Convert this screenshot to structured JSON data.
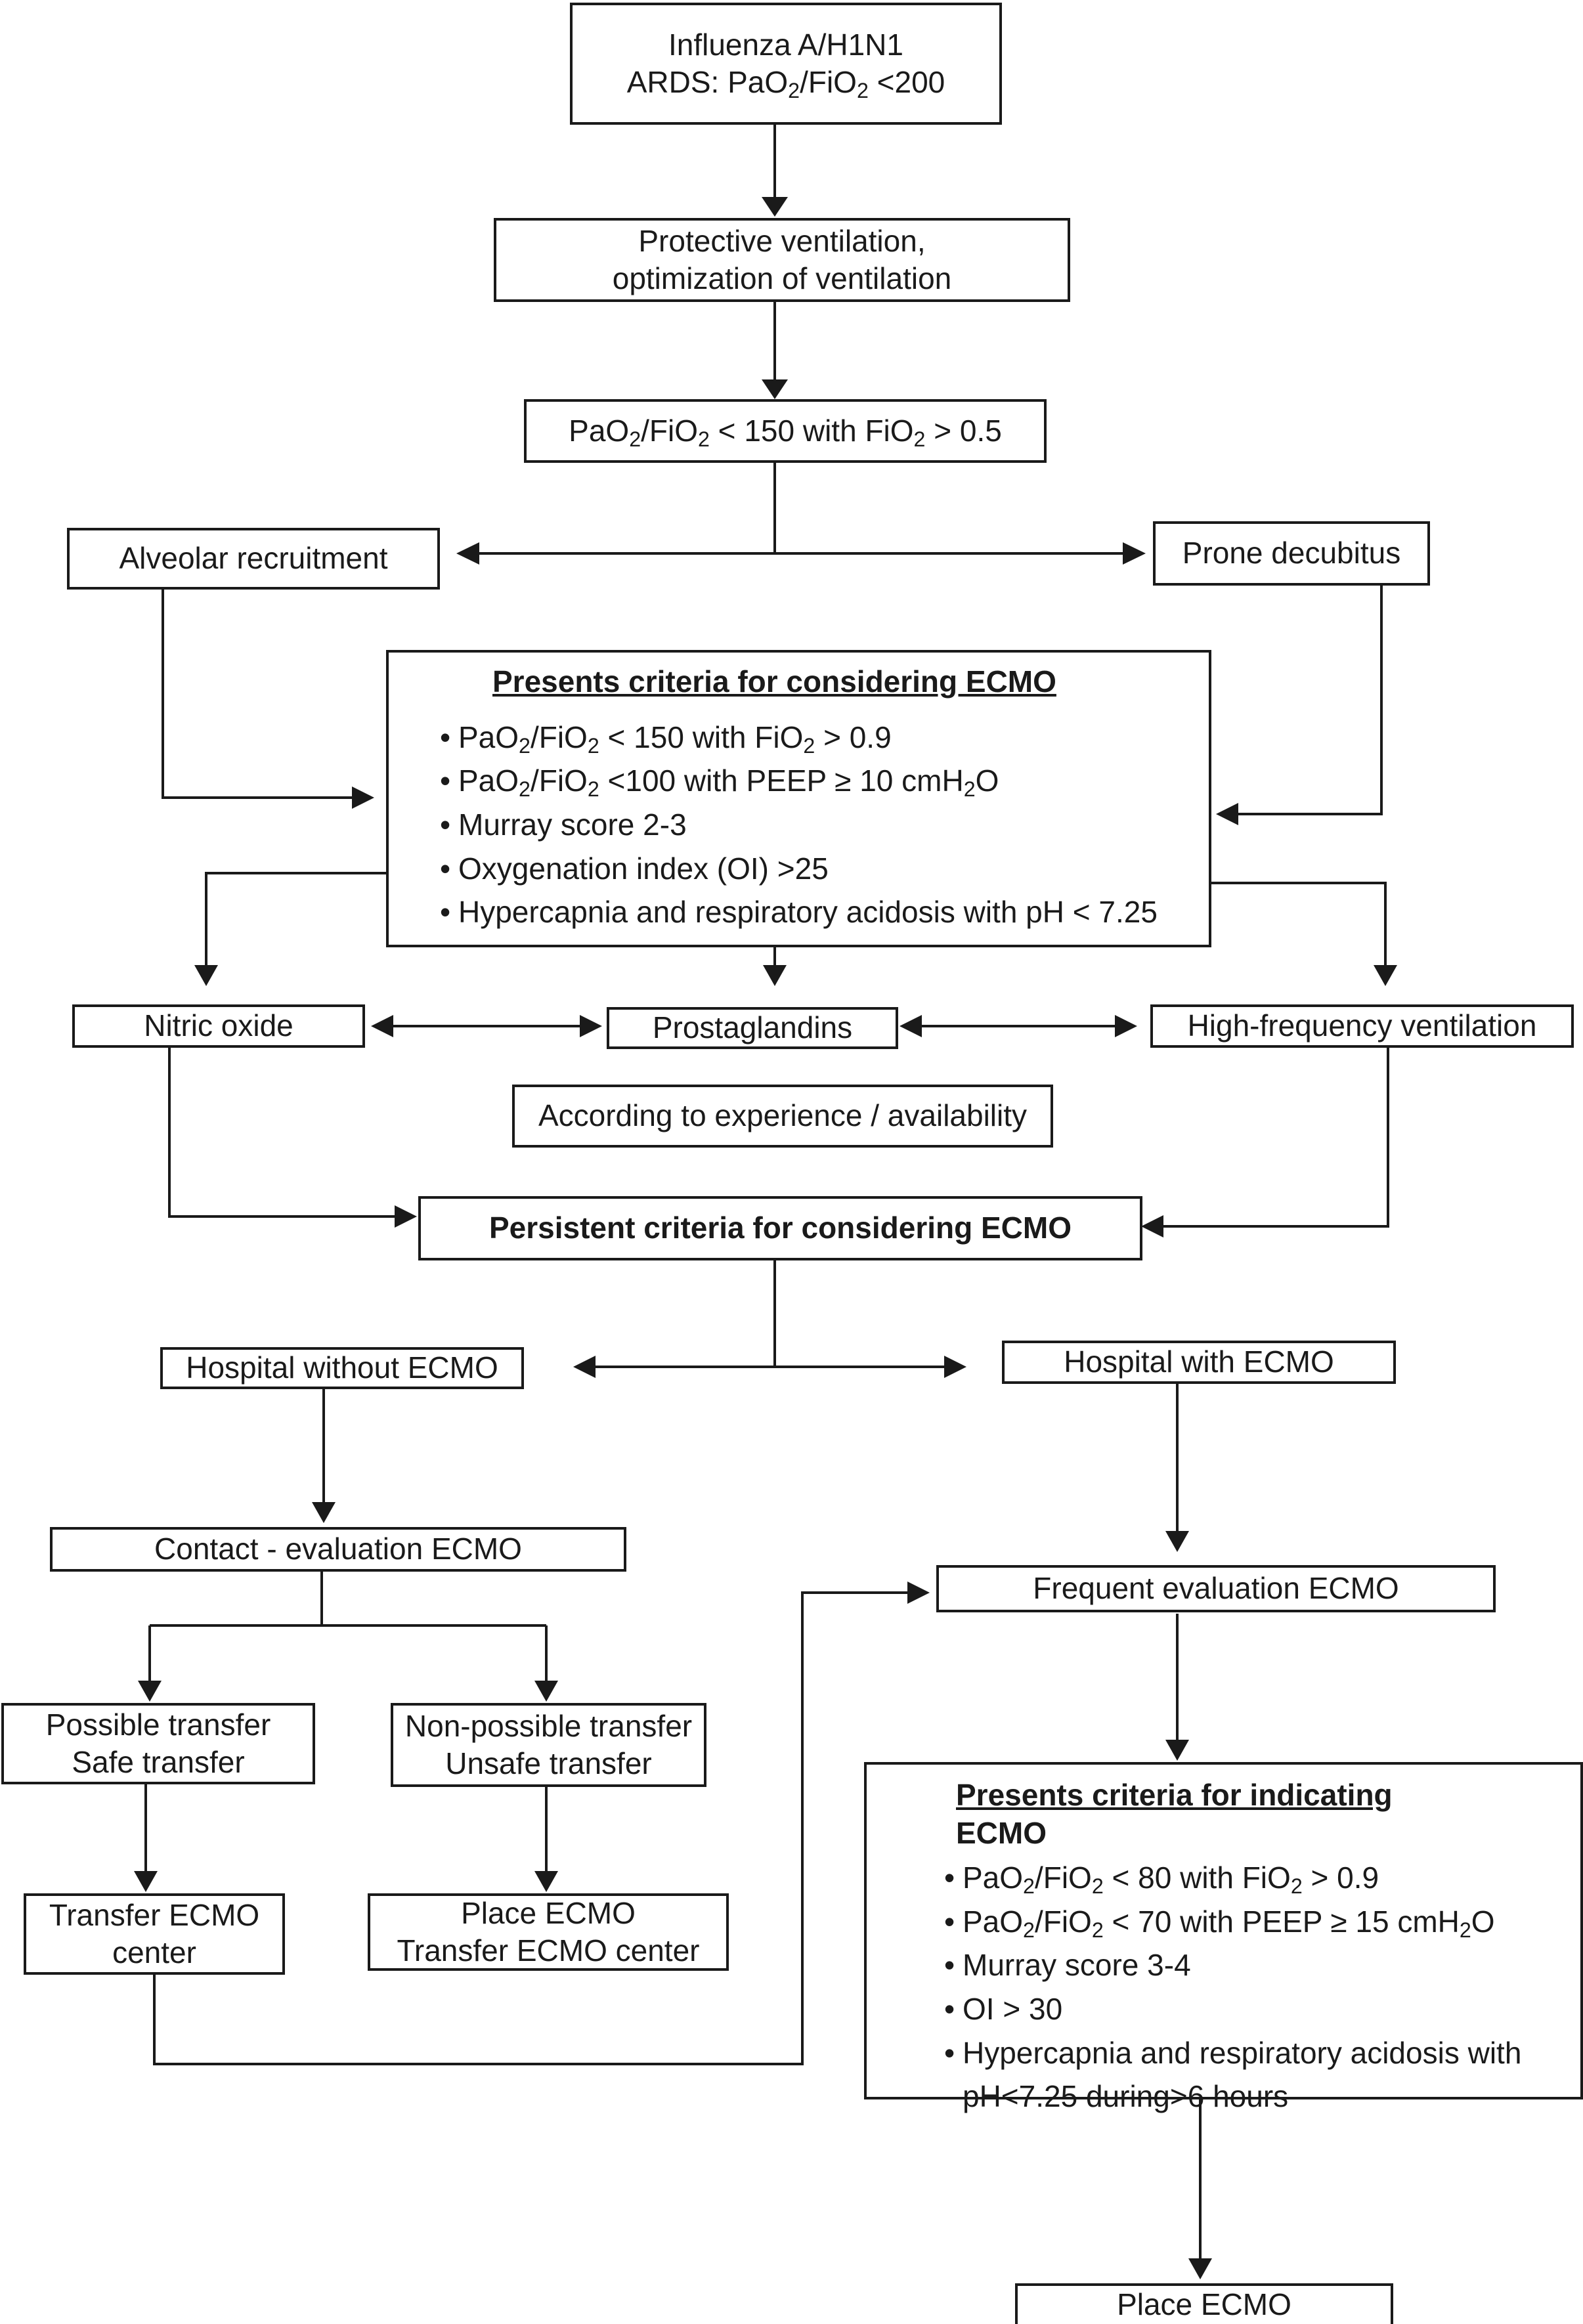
{
  "nodes": {
    "start": {
      "line1": "Influenza A/H1N1",
      "line2_prefix": "ARDS: PaO",
      "line2_mid": "/FiO",
      "line2_suffix": " <200"
    },
    "protective": {
      "line1": "Protective ventilation,",
      "line2": "optimization of ventilation"
    },
    "threshold": {
      "p1": "PaO",
      "p2": "/FiO",
      "p3": " < 150 with FiO",
      "p4": " > 0.5"
    },
    "alveolar": {
      "label": "Alveolar recruitment"
    },
    "prone": {
      "label": "Prone decubitus"
    },
    "consider": {
      "title": "Presents criteria for considering ECMO",
      "c1": {
        "a": "PaO",
        "b": "/FiO",
        "c": " < 150 with FiO",
        "d": " > 0.9"
      },
      "c2": {
        "a": "PaO",
        "b": "/FiO",
        "c": " <100 with PEEP ≥ 10 cmH",
        "d": "O"
      },
      "c3": "Murray score 2-3",
      "c4": "Oxygenation index (OI) >25",
      "c5": "Hypercapnia and respiratory acidosis with pH < 7.25"
    },
    "nitric": {
      "label": "Nitric oxide"
    },
    "prostaglandins": {
      "label": "Prostaglandins"
    },
    "hfv": {
      "label": "High-frequency ventilation"
    },
    "experience": {
      "label": "According to experience / availability"
    },
    "persistent": {
      "label": "Persistent criteria for considering ECMO"
    },
    "hosp_without": {
      "label": "Hospital without ECMO"
    },
    "hosp_with": {
      "label": "Hospital with ECMO"
    },
    "contact": {
      "label": "Contact - evaluation ECMO"
    },
    "frequent": {
      "label": "Frequent evaluation ECMO"
    },
    "possible": {
      "line1": "Possible transfer",
      "line2": "Safe transfer"
    },
    "nonpossible": {
      "line1": "Non-possible transfer",
      "line2": "Unsafe transfer"
    },
    "transfer_center": {
      "line1": "Transfer ECMO",
      "line2": "center"
    },
    "place_transfer": {
      "line1": "Place ECMO",
      "line2": "Transfer ECMO center"
    },
    "indicate": {
      "title1": "Presents criteria for indicating",
      "title2": "ECMO",
      "c1": {
        "a": "PaO",
        "b": "/FiO",
        "c": " < 80 with FiO",
        "d": " > 0.9"
      },
      "c2": {
        "a": "PaO",
        "b": "/FiO",
        "c": " < 70 with PEEP ≥ 15 cmH",
        "d": "O"
      },
      "c3": "Murray score 3-4",
      "c4": "OI > 30",
      "c5a": "Hypercapnia and respiratory acidosis with",
      "c5b": "pH<7.25 during>6 hours"
    },
    "place": {
      "label": "Place ECMO"
    }
  },
  "subscript": "2"
}
